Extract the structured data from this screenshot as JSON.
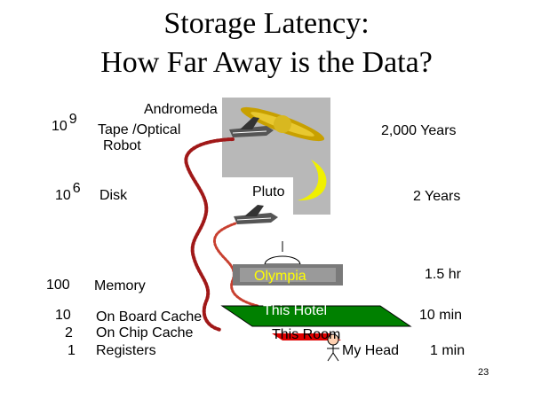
{
  "title": {
    "line1": "Storage Latency:",
    "line2": "How Far Away is the Data?"
  },
  "levels": [
    {
      "mag_base": "10",
      "mag_exp": "9",
      "name_line1": "Tape /Optical",
      "name_line2": "Robot",
      "place": "Andromeda",
      "time": "2,000 Years"
    },
    {
      "mag_base": "10",
      "mag_exp": "6",
      "name": "Disk",
      "place": "Pluto",
      "time": "2 Years"
    },
    {
      "mag": "100",
      "name": "Memory",
      "place": "Olympia",
      "time": "1.5 hr"
    },
    {
      "mag": "10",
      "name": "On Board  Cache",
      "place": "This Hotel",
      "time": "10 min"
    },
    {
      "mag": "2",
      "name": "On Chip Cache",
      "place": "This Room"
    },
    {
      "mag": "1",
      "name": "Registers",
      "place": "My Head",
      "time": "1 min"
    }
  ],
  "slide_number": "23",
  "colors": {
    "space_panel": "#b8b8b8",
    "path": "#a01818",
    "moon": "#f0f000",
    "hotel": "#008000",
    "room": "#e00000",
    "olympia_text": "#ffff00"
  },
  "icons": [
    "galaxy-icon",
    "space-shuttle-icon",
    "crescent-moon-icon",
    "building-icon",
    "stick-figure-icon"
  ]
}
